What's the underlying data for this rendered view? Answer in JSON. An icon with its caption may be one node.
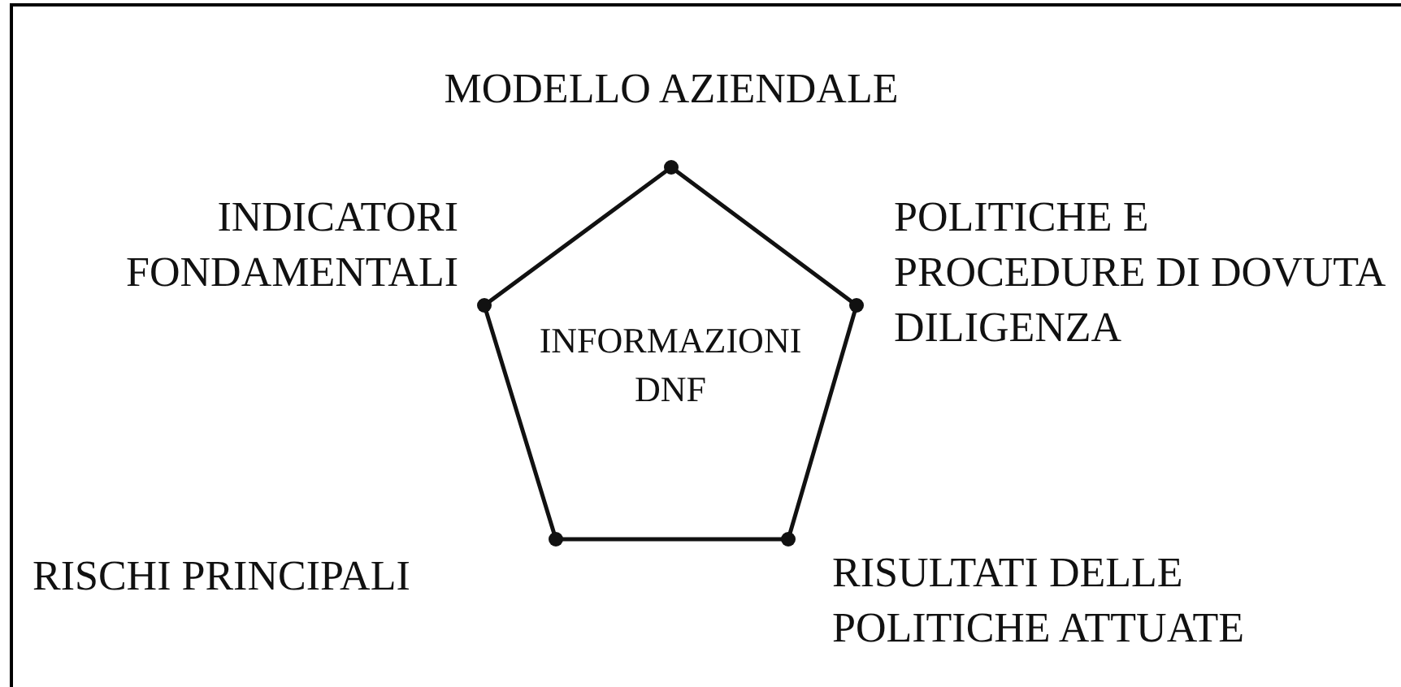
{
  "diagram": {
    "nodes": [
      {
        "text": [
          "INFORMAZIONI DNF"
        ]
      }
    ],
    "labels": [
      "MODELLO AZIENDALE",
      "INDICATORI FONDAMENTALI",
      "POLITICHE E PROCEDURE DI DOVUTA DILIGENZA",
      "RISCHI PRINCIPALI",
      "RISULTATI DELLE POLITICHE ATTUATE"
    ]
  }
}
